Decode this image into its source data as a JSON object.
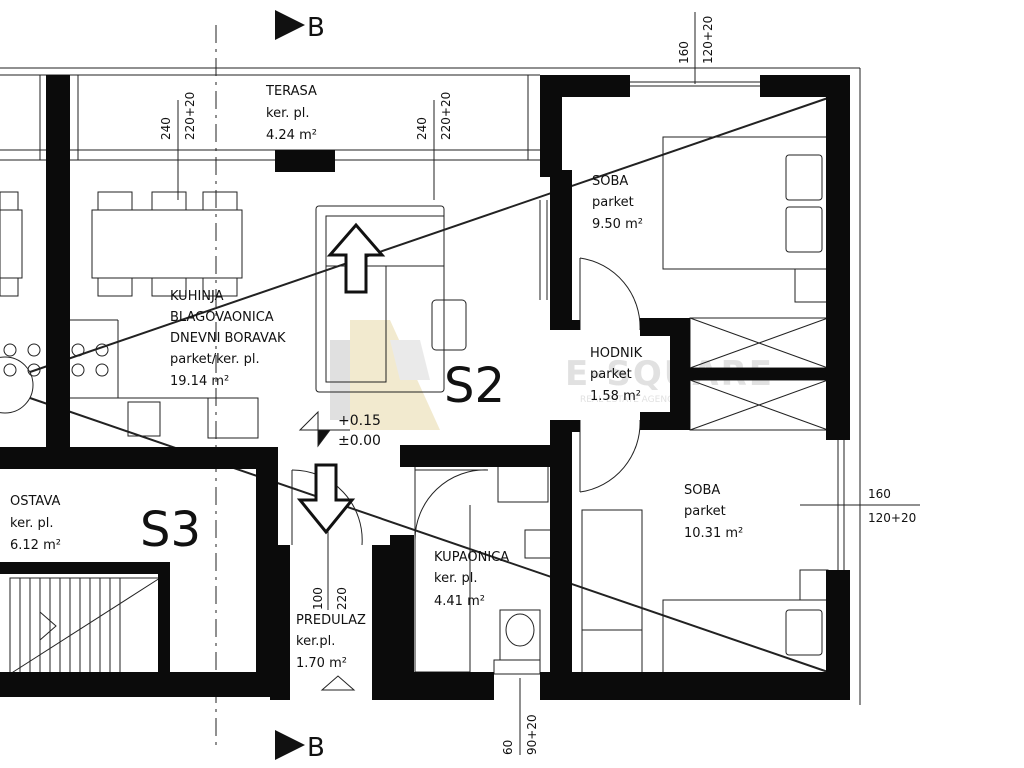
{
  "rooms": {
    "terasa": {
      "name": "TERASA",
      "floor": "ker. pl.",
      "area": "4.24 m²"
    },
    "kuhinja": {
      "line1": "KUHINJA",
      "line2": "BLAGOVAONICA",
      "line3": "DNEVNI BORAVAK",
      "floor": "parket/ker. pl.",
      "area": "19.14 m²"
    },
    "soba1": {
      "name": "SOBA",
      "floor": "parket",
      "area": "9.50 m²"
    },
    "hodnik": {
      "name": "HODNIK",
      "floor": "parket",
      "area": "1.58 m²"
    },
    "soba2": {
      "name": "SOBA",
      "floor": "parket",
      "area": "10.31 m²"
    },
    "ostava": {
      "name": "OSTAVA",
      "floor": "ker. pl.",
      "area": "6.12 m²"
    },
    "kupaonica": {
      "name": "KUPAONICA",
      "floor": "ker. pl.",
      "area": "4.41 m²"
    },
    "predulaz": {
      "name": "PREDULAZ",
      "floor": "ker.pl.",
      "area": "1.70 m²"
    }
  },
  "units": {
    "s2": "S2",
    "s3": "S3"
  },
  "section": {
    "top": "B",
    "bottom": "B"
  },
  "levels": {
    "plus": "+0.15",
    "zero": "±0.00"
  },
  "dims": {
    "terasa_left_a": "240",
    "terasa_left_b": "220+20",
    "terasa_right_a": "240",
    "terasa_right_b": "220+20",
    "soba1_top_a": "160",
    "soba1_top_b": "120+20",
    "soba2_right_a": "160",
    "soba2_right_b": "120+20",
    "predulaz_a": "100",
    "predulaz_b": "220",
    "kupaonica_a": "60",
    "kupaonica_b": "90+20"
  },
  "watermark": {
    "brand": "E-SQUARE",
    "sub": "REAL ESTATE AGENCY"
  }
}
